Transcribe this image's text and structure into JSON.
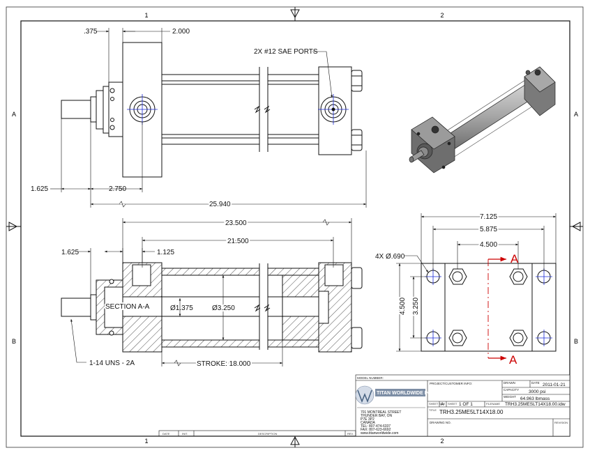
{
  "zones": {
    "top": [
      "1",
      "2"
    ],
    "bottom": [
      "1",
      "2"
    ],
    "left": [
      "A",
      "B"
    ],
    "right": [
      "A",
      "B"
    ]
  },
  "top_view": {
    "ports_callout": "2X #12 SAE PORTS",
    "dims": {
      "d375": ".375",
      "d2000": "2.000",
      "d1625": "1.625",
      "d2750": "2.750",
      "d25940": "25.940"
    }
  },
  "section_view": {
    "title": "SECTION A-A",
    "dims": {
      "d23500": "23.500",
      "d21500": "21.500",
      "d1625": "1.625",
      "d1125": "1.125",
      "rod_dia": "Ø1.375",
      "bore_dia": "Ø3.250",
      "stroke": "STROKE: 18.000",
      "thread": "1-14 UNS - 2A"
    }
  },
  "end_view": {
    "holes": "4X Ø.690",
    "section_mark": "A",
    "dims": {
      "d7125": "7.125",
      "d5875": "5.875",
      "d4500h": "4.500",
      "d4500v": "4.500",
      "d3250": "3.250"
    }
  },
  "title_block": {
    "model_number_label": "MODEL NUMBER:",
    "company": "TITAN WORLDWIDE INC.",
    "address": [
      "701 MONTREAL STREET",
      "THUNDER BAY, ON",
      "P7E 3P2",
      "CANADA",
      "TEL: 807-474-6337",
      "FAX: 807-623-6692",
      "www.titanworldwide.com"
    ],
    "project_label": "PROJECT/CUSTOMER INFO:",
    "drawn_label": "DRAWN",
    "date_label": "DATE",
    "date_value": "2011-01-21",
    "capacity_label": "CAPACITY",
    "capacity_value": "3000 psi",
    "weight_label": "WEIGHT",
    "weight_value": "64.963 lbmass",
    "sheet_size_label": "SHEET SIZE",
    "sheet_size_value": "A",
    "sheet_label": "SHEET",
    "sheet_value": "1   OF   1",
    "filename_label": "FILENAME",
    "filename_value": "TRH3.25MESLT14X18.00.idw",
    "title_label": "TITLE",
    "title_value": "TRH3.25ME5LT14X18.00",
    "drawing_no_label": "DRAWING NO.",
    "revision_label": "REVISION",
    "rev_cols": [
      "DATE",
      "INIT.",
      "DESCRIPTION",
      "REV."
    ]
  }
}
